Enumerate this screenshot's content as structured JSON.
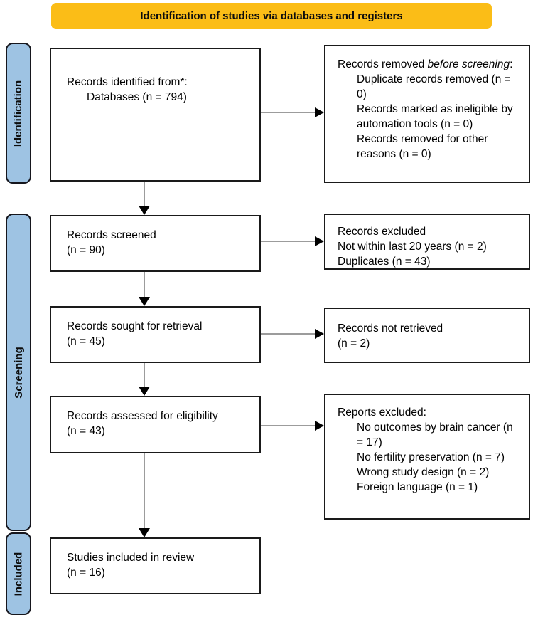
{
  "banner": {
    "label": "Identification of studies via databases and registers",
    "bg_color": "#FBBD17"
  },
  "sidebar": {
    "bg_color": "#9EC3E3",
    "stages": [
      {
        "label": "Identification"
      },
      {
        "label": "Screening"
      },
      {
        "label": "Included"
      }
    ]
  },
  "left_boxes": [
    {
      "id": "records-identified",
      "line1": "Records identified from*:",
      "line2": "Databases (n = 794)"
    },
    {
      "id": "records-screened",
      "line1": "Records screened",
      "line2": "(n = 90)"
    },
    {
      "id": "records-sought",
      "line1": "Records sought for retrieval",
      "line2": "(n = 45)"
    },
    {
      "id": "records-assessed",
      "line1": "Records assessed for eligibility",
      "line2": "(n = 43)"
    },
    {
      "id": "studies-included",
      "line1": "Studies included in review",
      "line2": "(n = 16)"
    }
  ],
  "right_boxes": [
    {
      "id": "records-removed-before-screening",
      "title_pre": "Records removed ",
      "title_italic": "before screening",
      "title_post": ":",
      "items": [
        "Duplicate records removed (n = 0)",
        "Records marked as ineligible by automation tools (n = 0)",
        "Records removed for other reasons (n = 0)"
      ]
    },
    {
      "id": "records-excluded",
      "line1": "Records excluded",
      "line2": "Not within last 20 years (n = 2)",
      "line3": "Duplicates (n = 43)"
    },
    {
      "id": "records-not-retrieved",
      "line1": "Records not retrieved",
      "line2": "(n = 2)"
    },
    {
      "id": "reports-excluded",
      "title": "Reports excluded:",
      "items": [
        "No outcomes by brain cancer (n = 17)",
        "No fertility preservation (n = 7)",
        "Wrong study design (n = 2)",
        "Foreign language (n = 1)"
      ]
    }
  ]
}
